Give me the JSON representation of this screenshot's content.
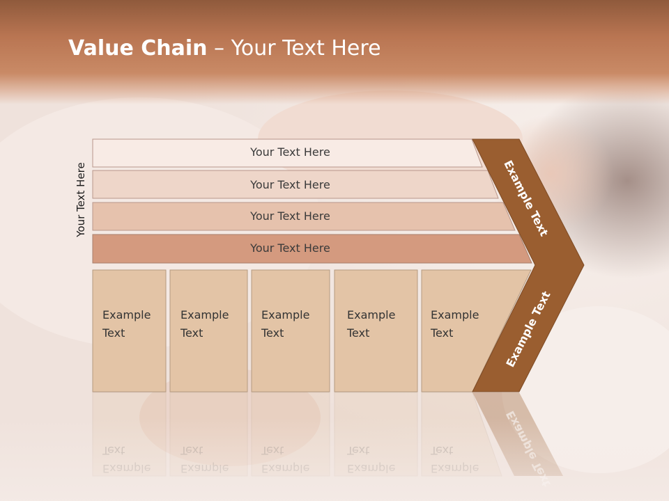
{
  "title": {
    "bold": "Value Chain",
    "rest": " – Your Text Here"
  },
  "side_label": "Your Text Here",
  "bars": [
    {
      "label": "Your Text Here",
      "color": "#f8ebe5"
    },
    {
      "label": "Your Text Here",
      "color": "#eed6c9"
    },
    {
      "label": "Your Text Here",
      "color": "#e6c2ad"
    },
    {
      "label": "Your Text Here",
      "color": "#d49a7f"
    }
  ],
  "columns": [
    {
      "line1": "Example",
      "line2": "Text"
    },
    {
      "line1": "Example",
      "line2": "Text"
    },
    {
      "line1": "Example",
      "line2": "Text"
    },
    {
      "line1": "Example",
      "line2": "Text"
    },
    {
      "line1": "Example",
      "line2": "Text"
    }
  ],
  "chevron": {
    "upper_label": "Example Text",
    "lower_label": "Example Text",
    "color": "#9a5e30"
  },
  "colors": {
    "column_fill": "#e3c4a6",
    "column_stroke": "#b59a80"
  }
}
